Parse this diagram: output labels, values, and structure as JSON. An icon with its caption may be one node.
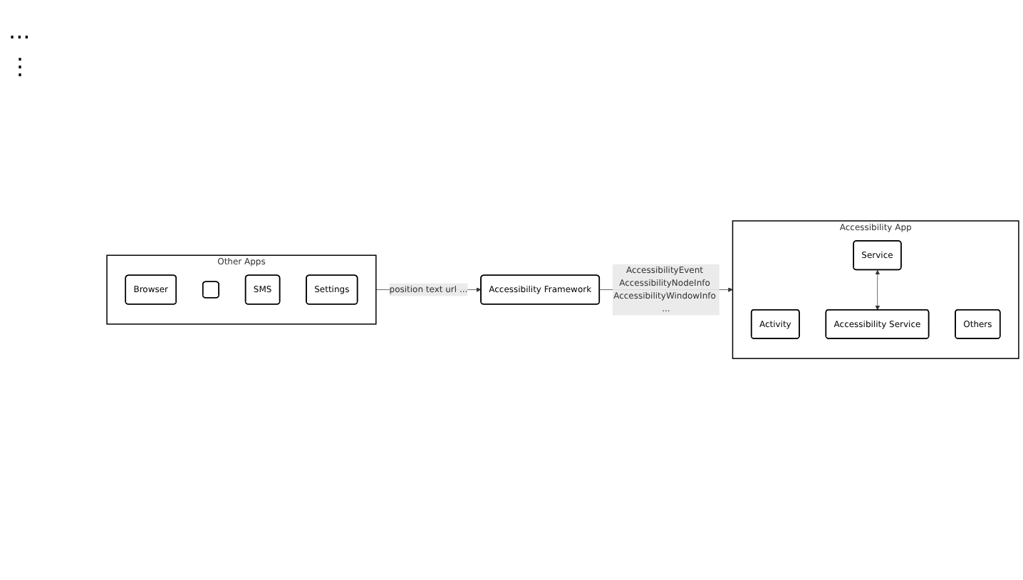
{
  "diagram": {
    "nodes": [
      {
        "text": [
          "Other Apps"
        ]
      },
      {
        "text": [
          "Browser"
        ],
        "in": 0
      },
      {
        "text": [],
        "shape": "box",
        "in": 0
      },
      {
        "text": [
          "SMS"
        ],
        "in": 0
      },
      {
        "text": [
          "Settings"
        ],
        "in": 0
      },
      {
        "text": [
          "Accessibility Framework"
        ]
      },
      {
        "text": [
          "Accessibility App"
        ]
      },
      {
        "text": [
          "Activity"
        ],
        "in": 6
      },
      {
        "text": [
          "Service"
        ],
        "in": 6
      },
      {
        "text": [
          "Others"
        ],
        "in": 6
      },
      {
        "text": [
          "Accessibility Service"
        ],
        "in": 6
      }
    ],
    "edges": [
      {
        "from": 0,
        "to": 5,
        "arrow": "to",
        "label": "position text url ..."
      },
      {
        "from": 5,
        "to": 6,
        "arrow": "to",
        "label": "AccessibilityEvent AccessibilityNodeInfo AccessibilityWindowInfo ..."
      },
      {
        "from": 8,
        "to": 10,
        "arrow": "both"
      }
    ],
    "labels": [
      "...",
      "⋮"
    ]
  }
}
